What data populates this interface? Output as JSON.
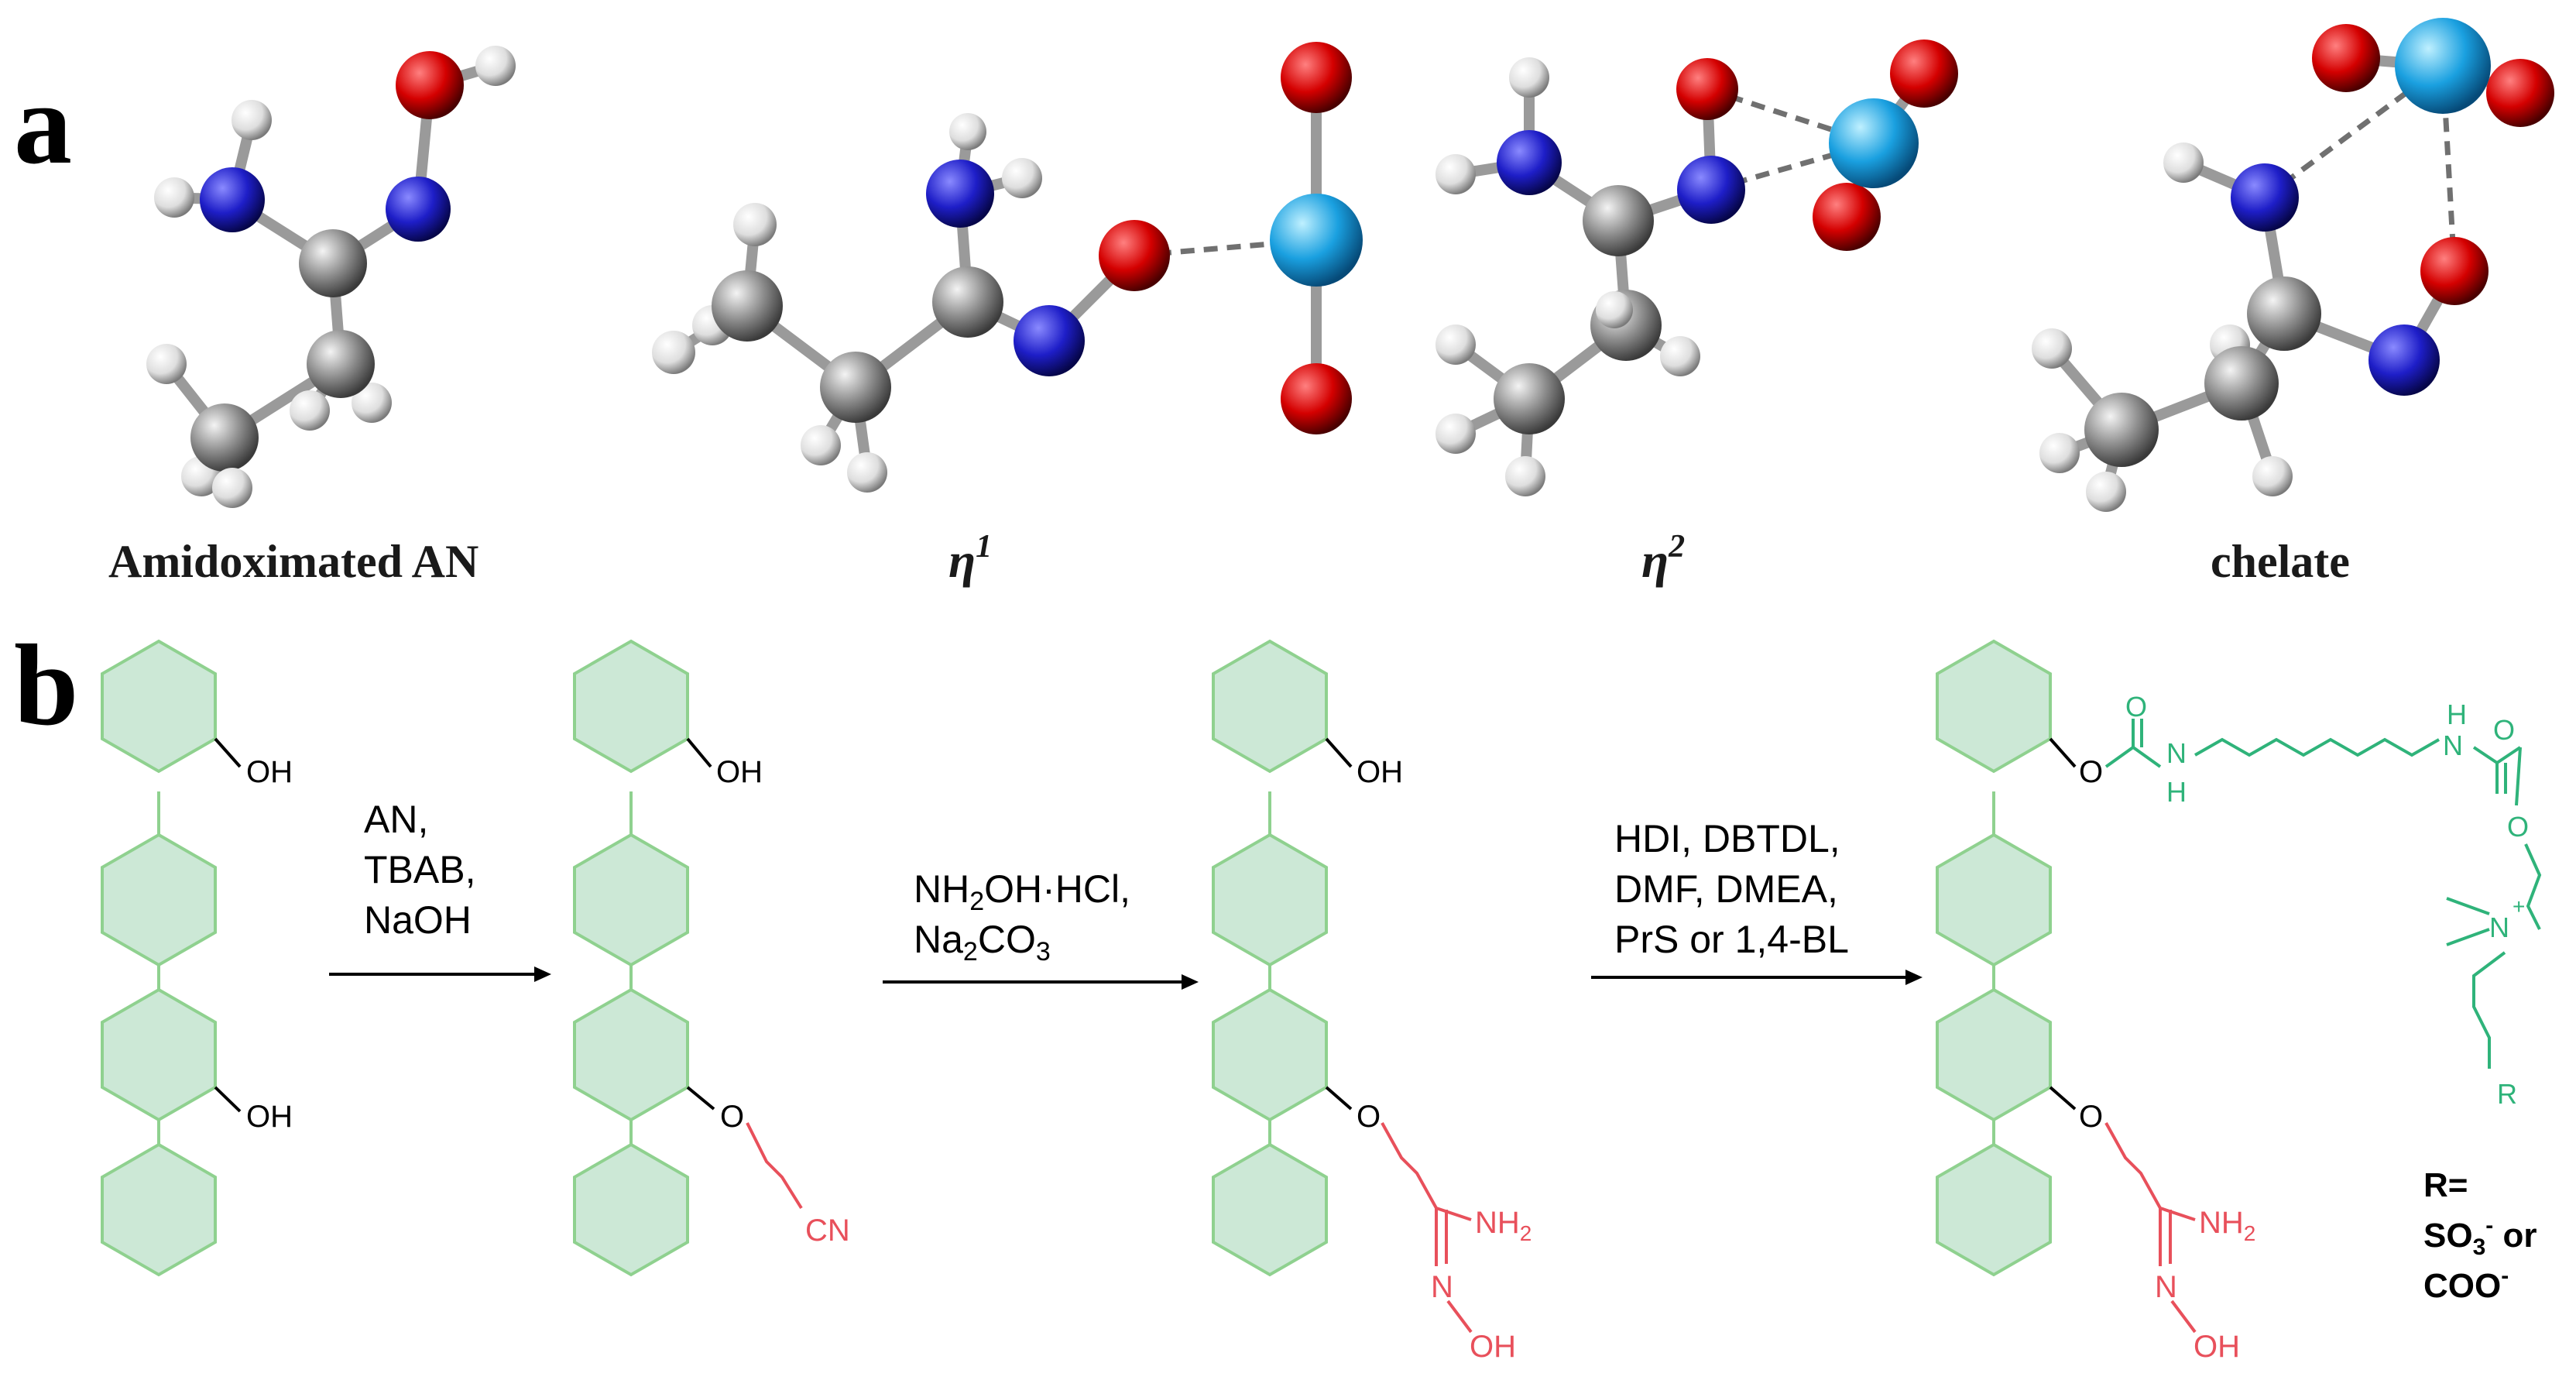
{
  "panel_a": {
    "letter": "a",
    "labels": {
      "amidoximated": "Amidoximated AN",
      "eta": "η",
      "eta1_sup": "1",
      "eta2_sup": "2",
      "chelate": "chelate"
    }
  },
  "panel_b": {
    "letter": "b",
    "step1": [
      "AN,",
      "TBAB,",
      "NaOH"
    ],
    "step2": {
      "line1": [
        "NH",
        "2",
        "OH·HCl,"
      ],
      "line2": [
        "Na",
        "2",
        "CO",
        "3"
      ]
    },
    "step3": [
      "HDI, DBTDL,",
      "DMF, DMEA,",
      "PrS or 1,4-BL"
    ],
    "groups": {
      "oh": "OH",
      "o": "O",
      "cn": "CN",
      "nh2": [
        "NH",
        "2"
      ],
      "n": "N",
      "h": "H",
      "r": "R",
      "plus": "+"
    },
    "r_note": {
      "line1": "R=",
      "line2": [
        "SO",
        "3",
        "-",
        " or"
      ],
      "line3": [
        "COO",
        "-"
      ]
    }
  },
  "colors": {
    "carbon": "#8c8c8c",
    "nitrogen": "#1e1ec8",
    "oxygen": "#d40000",
    "hydrogen": "#f0f0f0",
    "uranium": "#1aa0e0",
    "backbone": "#cce8d6",
    "amidoxime": "#e8505b",
    "tether": "#2fb37a"
  }
}
